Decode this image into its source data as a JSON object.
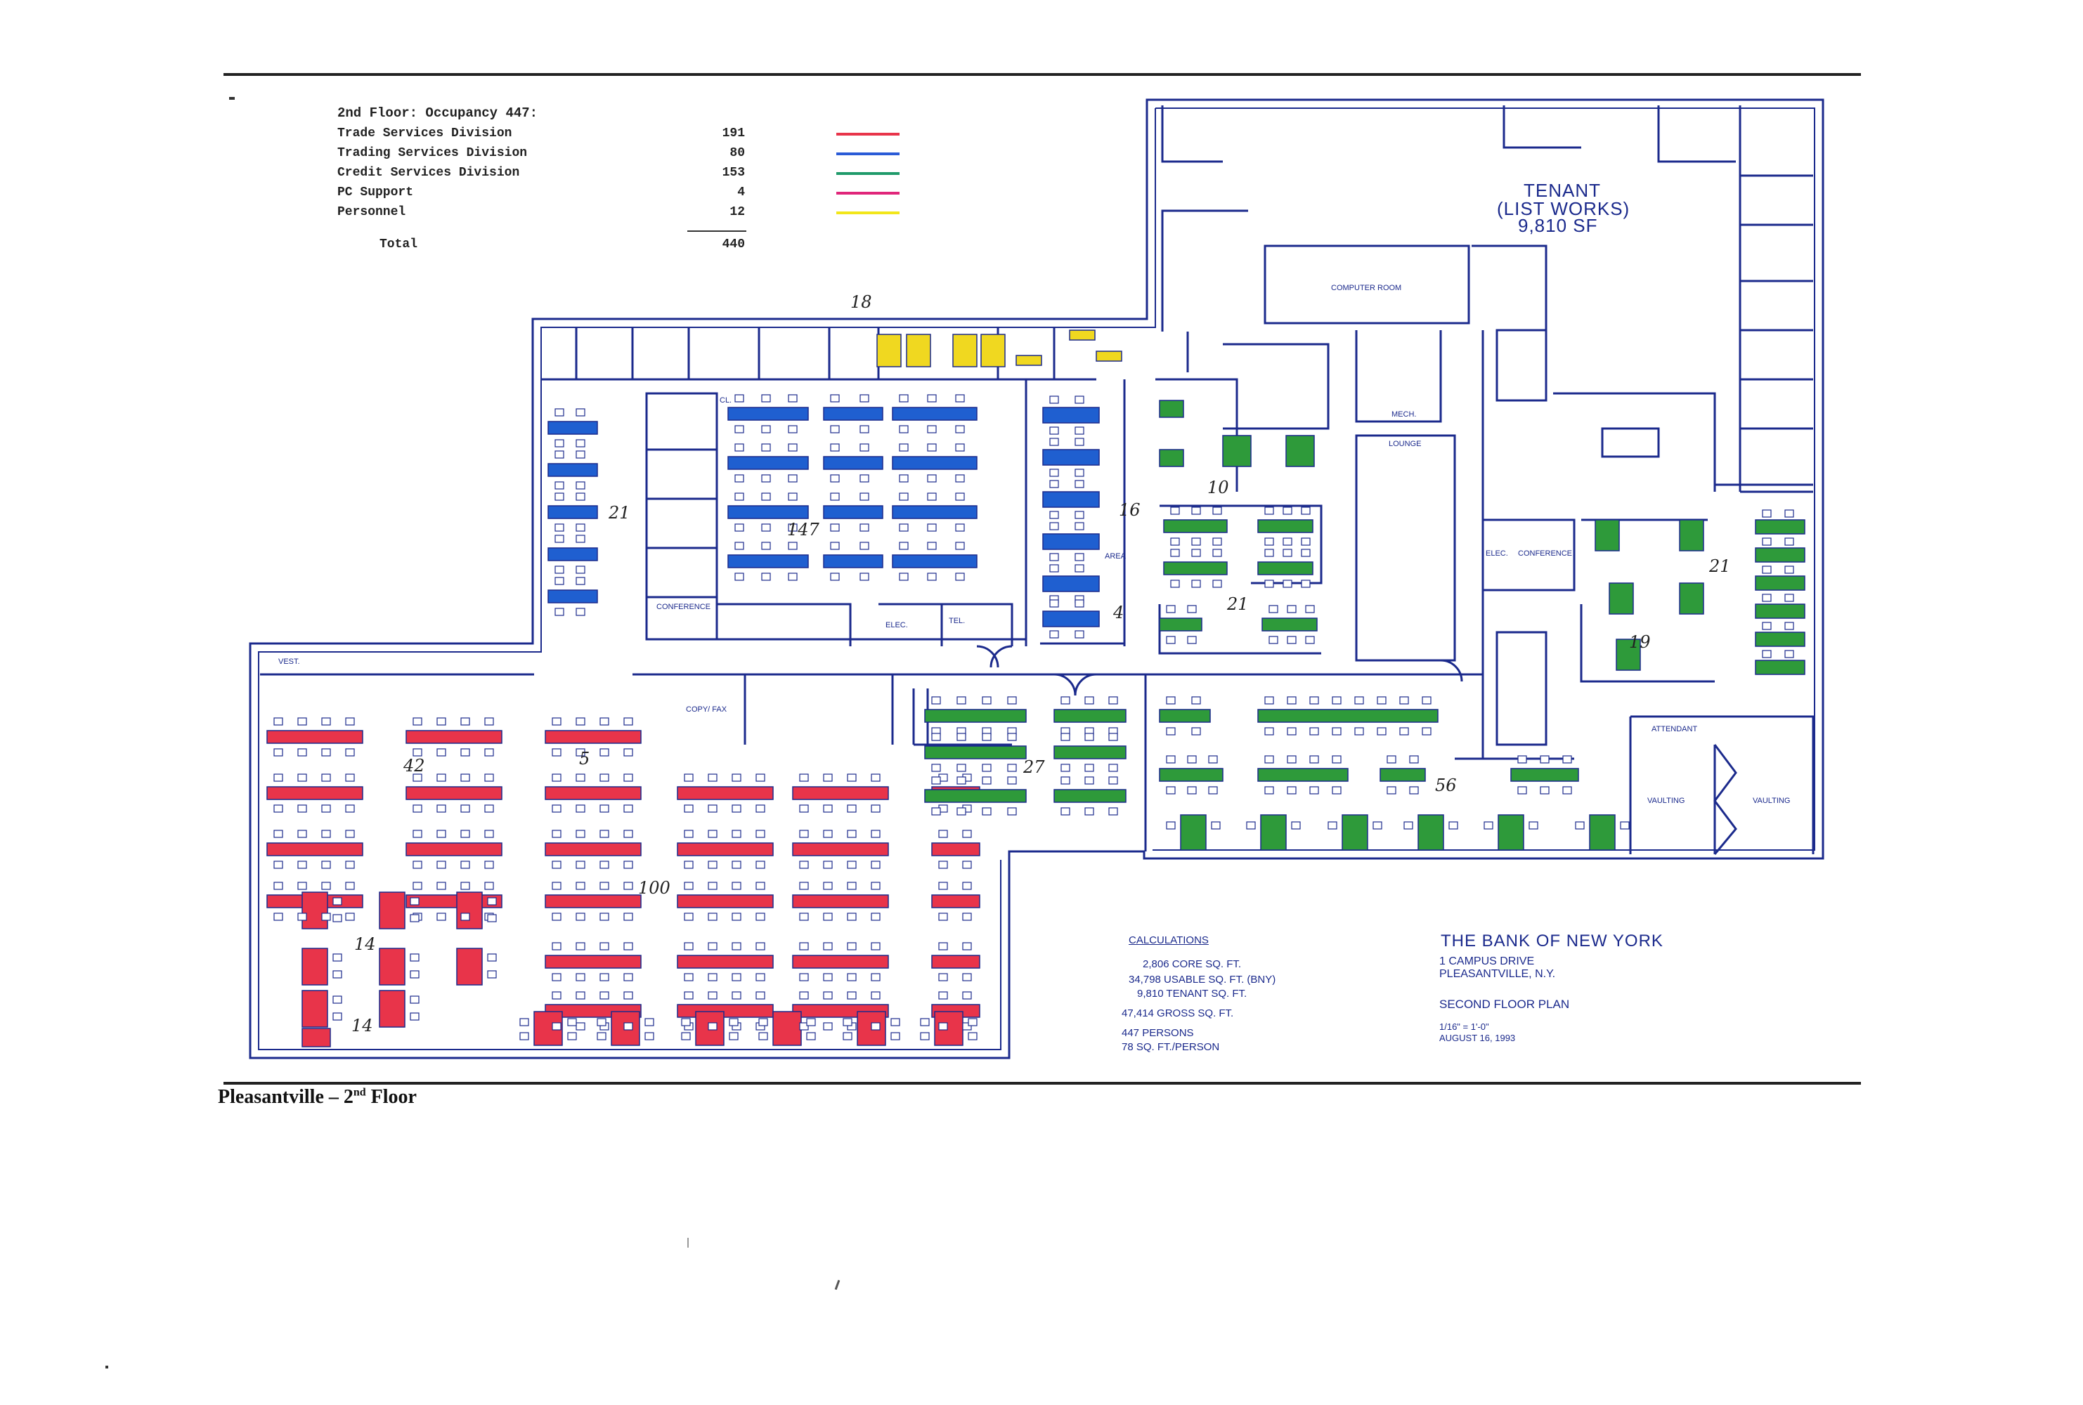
{
  "legend": {
    "heading": "2nd Floor: Occupancy 447:",
    "rows": [
      {
        "name": "Trade Services Division",
        "count": "191",
        "color": "#e8344a"
      },
      {
        "name": "Trading Services Division",
        "count": "80",
        "color": "#2a5bd7"
      },
      {
        "name": "Credit Services Division",
        "count": "153",
        "color": "#1f9a6a"
      },
      {
        "name": "PC Support",
        "count": "4",
        "color": "#e0267a"
      },
      {
        "name": "Personnel",
        "count": "12",
        "color": "#f2e61a"
      }
    ],
    "total_label": "Total",
    "total_count": "440"
  },
  "colors": {
    "trade": "#e8344a",
    "trading": "#1f5fd0",
    "credit": "#2e9a3a",
    "personnel": "#f0d820",
    "wall": "#1b2a8c"
  },
  "rooms": {
    "tenant_title": "TENANT",
    "tenant_sub": "(LIST WORKS)",
    "tenant_sf": "9,810 SF",
    "computer_room": "COMPUTER ROOM",
    "mech": "MECH.",
    "lounge": "LOUNGE",
    "elec_right": "ELEC.",
    "conference_right": "CONFERENCE",
    "attendant": "ATTENDANT",
    "vaulting_1": "VAULTING",
    "vaulting_2": "VAULTING",
    "conference_left": "CONFERENCE",
    "elec_left": "ELEC.",
    "tel": "TEL.",
    "cl": "CL.",
    "vest": "VEST.",
    "copy_fax": "COPY/ FAX",
    "area": "AREA"
  },
  "handwritten": {
    "h18": "18",
    "h21a": "21",
    "h147": "147",
    "h16": "16",
    "h4": "4",
    "h10": "10",
    "h21b": "21",
    "h21c": "21",
    "h19": "19",
    "h42": "42",
    "h5": "5",
    "h100": "100",
    "h27": "27",
    "h56": "56",
    "h14a": "14",
    "h14b": "14"
  },
  "calculations": {
    "heading": "CALCULATIONS",
    "core": "2,806 CORE SQ. FT.",
    "usable": "34,798 USABLE SQ. FT. (BNY)",
    "tenant": "9,810 TENANT SQ. FT.",
    "gross": "47,414 GROSS SQ. FT.",
    "persons": "447 PERSONS",
    "per_person": "78 SQ. FT./PERSON"
  },
  "titleblock": {
    "company": "THE BANK OF NEW YORK",
    "address1": "1 CAMPUS DRIVE",
    "address2": "PLEASANTVILLE, N.Y.",
    "plan": "SECOND FLOOR PLAN",
    "scale": "1/16\" = 1'-0\"",
    "date": "AUGUST 16, 1993"
  },
  "caption": {
    "prefix": "Pleasantville – 2",
    "sup": "nd",
    "suffix": " Floor"
  }
}
